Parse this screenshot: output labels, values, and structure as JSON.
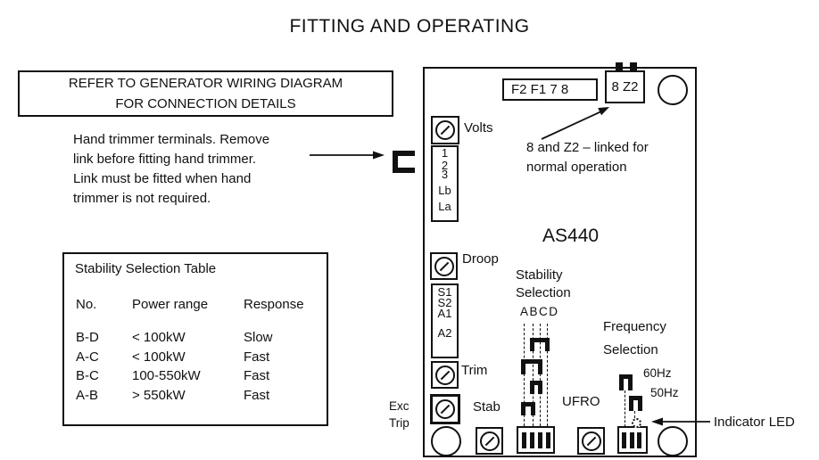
{
  "colors": {
    "ink": "#111111",
    "background": "#ffffff"
  },
  "title": "FITTING AND OPERATING",
  "refer_box": {
    "line1": "REFER TO GENERATOR WIRING DIAGRAM",
    "line2": "FOR CONNECTION DETAILS"
  },
  "hand_trimmer_note": {
    "line1": "Hand trimmer terminals. Remove",
    "line2": "link before fitting hand trimmer.",
    "line3": "Link must be fitted when hand",
    "line4": "trimmer is not required."
  },
  "stability_table": {
    "title": "Stability Selection Table",
    "headers": {
      "no": "No.",
      "power": "Power range",
      "response": "Response"
    },
    "rows": [
      {
        "no": "B-D",
        "power": "< 100kW",
        "response": "Slow"
      },
      {
        "no": "A-C",
        "power": "< 100kW",
        "response": "Fast"
      },
      {
        "no": "B-C",
        "power": "100-550kW",
        "response": "Fast"
      },
      {
        "no": "A-B",
        "power": "> 550kW",
        "response": "Fast"
      }
    ]
  },
  "board": {
    "model": "AS440",
    "top_terminals": "F2 F1 7 8",
    "link_terminals": "8 Z2",
    "link_note": {
      "line1": "8 and Z2 – linked for",
      "line2": "normal operation"
    },
    "left_terminals": [
      "1",
      "2",
      "3",
      "Lb",
      "La"
    ],
    "aux_terminals": [
      "S1",
      "S2",
      "A1",
      "A2"
    ],
    "trimmers": {
      "volts": "Volts",
      "droop": "Droop",
      "trim": "Trim",
      "stab": "Stab",
      "ufro": "UFRO",
      "exc_trip_line1": "Exc",
      "exc_trip_line2": "Trip"
    },
    "stability_selection": {
      "title_line1": "Stability",
      "title_line2": "Selection",
      "pins": "ABCD"
    },
    "frequency_selection": {
      "title_line1": "Frequency",
      "title_line2": "Selection",
      "freq_60": "60Hz",
      "freq_50": "50Hz"
    },
    "indicator_led_label": "Indicator LED"
  }
}
